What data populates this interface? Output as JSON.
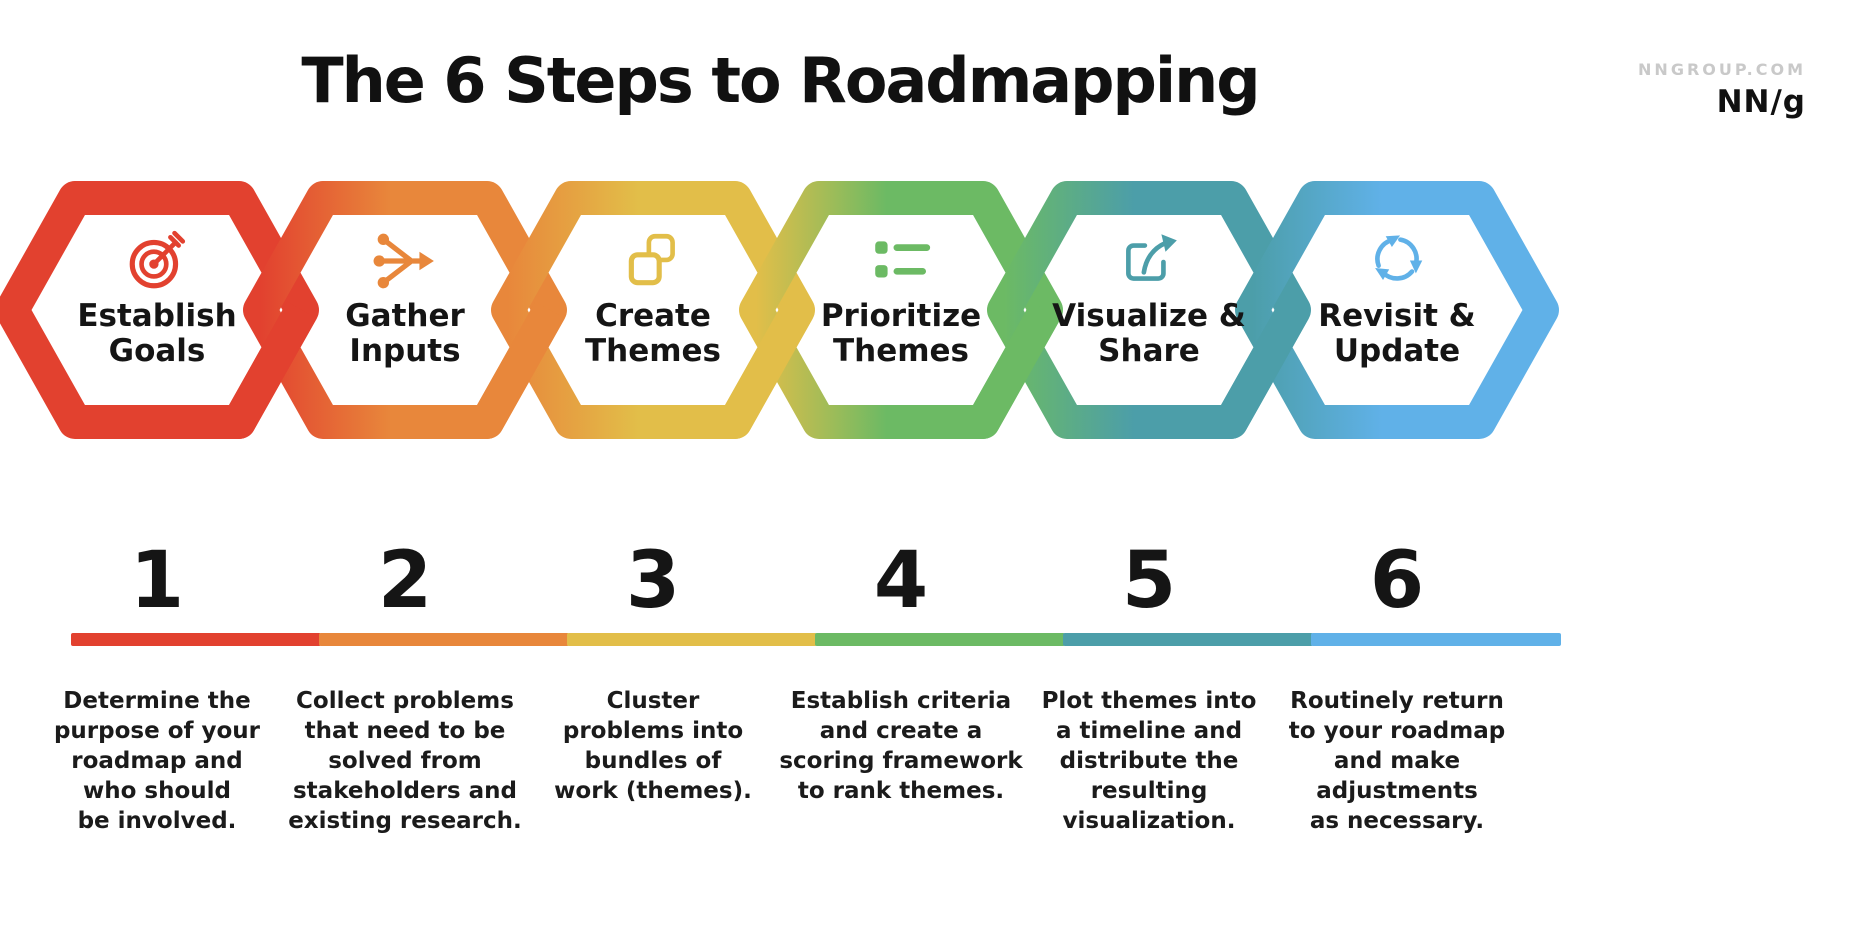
{
  "header": {
    "title": "The 6 Steps to Roadmapping",
    "brand_url": "NNGROUP.COM",
    "brand_logo": "NN/g"
  },
  "steps": [
    {
      "number": "1",
      "title": "Establish\nGoals",
      "description": "Determine the\npurpose of your\nroadmap and\nwho should\nbe involved.",
      "color": "#E2412F",
      "icon": "target-arrow-icon"
    },
    {
      "number": "2",
      "title": "Gather\nInputs",
      "description": "Collect problems\nthat need to be\nsolved from\nstakeholders and\nexisting research.",
      "color": "#E8873B",
      "icon": "merge-arrows-icon"
    },
    {
      "number": "3",
      "title": "Create\nThemes",
      "description": "Cluster\nproblems into\nbundles of\nwork (themes).",
      "color": "#E2BE49",
      "icon": "overlapping-squares-icon"
    },
    {
      "number": "4",
      "title": "Prioritize\nThemes",
      "description": "Establish criteria\nand create a\nscoring framework\nto rank themes.",
      "color": "#6CBA64",
      "icon": "bullet-list-icon"
    },
    {
      "number": "5",
      "title": "Visualize &\nShare",
      "description": "Plot themes into\na timeline and\ndistribute the\nresulting\nvisualization.",
      "color": "#4C9EA9",
      "icon": "share-export-icon"
    },
    {
      "number": "6",
      "title": "Revisit &\nUpdate",
      "description": "Routinely return\nto your roadmap\nand make\nadjustments\nas necessary.",
      "color": "#60B1E8",
      "icon": "refresh-cycle-icon"
    }
  ]
}
